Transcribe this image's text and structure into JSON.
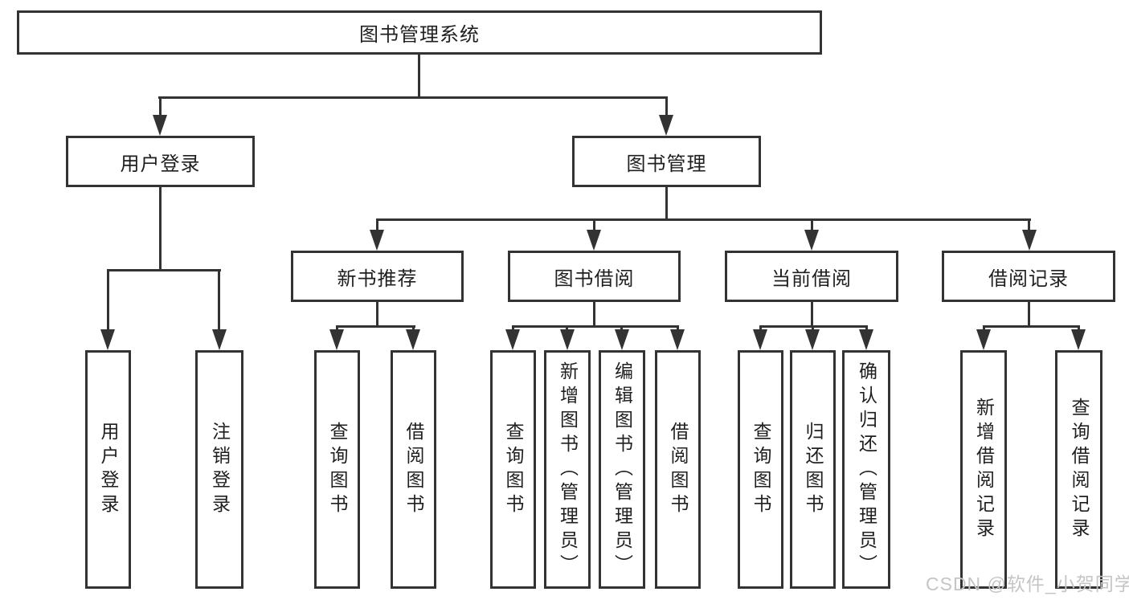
{
  "tree": {
    "root": {
      "label": "图书管理系统",
      "children": [
        {
          "label": "用户登录",
          "children": [
            {
              "label": "用户登录"
            },
            {
              "label": "注销登录"
            }
          ]
        },
        {
          "label": "图书管理",
          "children": [
            {
              "label": "新书推荐",
              "children": [
                {
                  "label": "查询图书"
                },
                {
                  "label": "借阅图书"
                }
              ]
            },
            {
              "label": "图书借阅",
              "children": [
                {
                  "label": "查询图书"
                },
                {
                  "label": "新增图书（管理员）"
                },
                {
                  "label": "编辑图书（管理员）"
                },
                {
                  "label": "借阅图书"
                }
              ]
            },
            {
              "label": "当前借阅",
              "children": [
                {
                  "label": "查询图书"
                },
                {
                  "label": "归还图书"
                },
                {
                  "label": "确认归还（管理员）"
                }
              ]
            },
            {
              "label": "借阅记录",
              "children": [
                {
                  "label": "新增借阅记录"
                },
                {
                  "label": "查询借阅记录"
                }
              ]
            }
          ]
        }
      ]
    }
  },
  "watermark": "CSDN @软件_小贺同学",
  "colors": {
    "line": "#333333",
    "text": "#1f1f1f",
    "watermark": "#c5c5c5",
    "background": "#ffffff"
  }
}
